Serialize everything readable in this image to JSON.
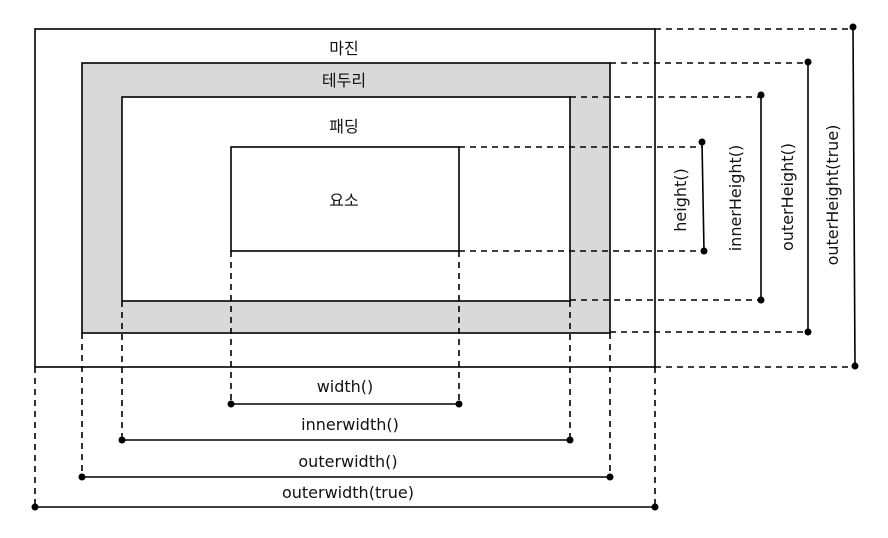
{
  "boxes": {
    "margin_label": "마진",
    "border_label": "테두리",
    "padding_label": "패딩",
    "element_label": "요소",
    "border_fill": "#d9d9d9"
  },
  "widths": {
    "width": "width()",
    "innerwidth": "innerwidth()",
    "outerwidth": "outerwidth()",
    "outerwidth_true": "outerwidth(true)"
  },
  "heights": {
    "height": "height()",
    "innerheight": "innerHeight()",
    "outerheight": "outerHeight()",
    "outerheight_true": "outerHeight(true)"
  }
}
